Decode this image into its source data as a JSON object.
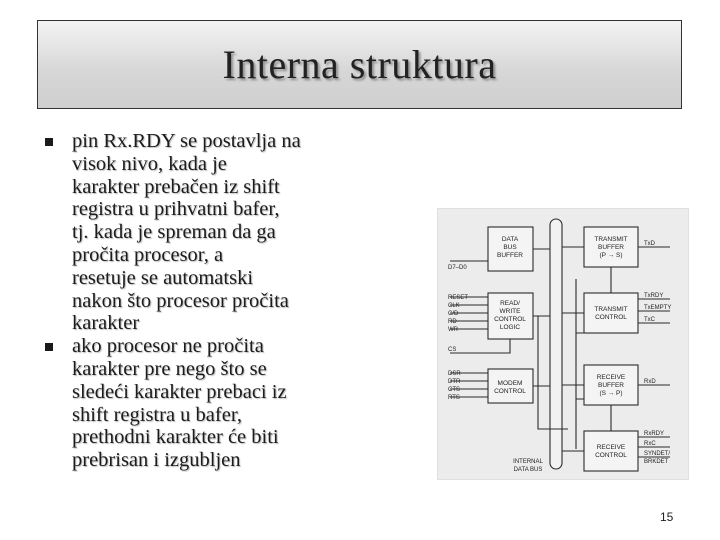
{
  "slide": {
    "title": "Interna struktura",
    "bullets": [
      {
        "text": "pin Rx.RDY se postavlja na\nvisok nivo, kada je\nkarakter prebačen iz shift\nregistra u prihvatni bafer,\ntj. kada je spreman da ga\npročita procesor, a\nresetuje se automatski\nnakon što procesor pročita\nkarakter"
      },
      {
        "text": "ako procesor ne pročita\nkarakter pre nego što se\nsledeći karakter prebaci iz\nshift registra u bafer,\nprethodni karakter će biti\nprebrisan i izgubljen"
      }
    ],
    "page_number": "15"
  },
  "diagram": {
    "blocks": {
      "data_bus_buffer": [
        "DATA",
        "BUS",
        "BUFFER"
      ],
      "rw_control": [
        "READ/",
        "WRITE",
        "CONTROL",
        "LOGIC"
      ],
      "modem_control": [
        "MODEM",
        "CONTROL"
      ],
      "transmit_buffer": [
        "TRANSMIT",
        "BUFFER",
        "(P → S)"
      ],
      "transmit_control": [
        "TRANSMIT",
        "CONTROL"
      ],
      "receive_buffer": [
        "RECEIVE",
        "BUFFER",
        "(S → P)"
      ],
      "receive_control": [
        "RECEIVE",
        "CONTROL"
      ]
    },
    "bus_label": [
      "INTERNAL",
      "DATA BUS"
    ],
    "left_pins": {
      "data": "D7–D0",
      "rw": [
        "RESET",
        "CLK",
        "C/D",
        "RD",
        "WR"
      ],
      "cs": "CS",
      "modem": [
        "DSR",
        "DTR",
        "CTS",
        "RTS"
      ]
    },
    "right_pins": {
      "txd": "TxD",
      "tx_ctrl": [
        "TxRDY",
        "TxEMPTY",
        "TxC"
      ],
      "rxd": "RxD",
      "rx_ctrl": [
        "RxRDY",
        "RxC",
        "SYNDET/",
        "BRKDET"
      ]
    }
  }
}
